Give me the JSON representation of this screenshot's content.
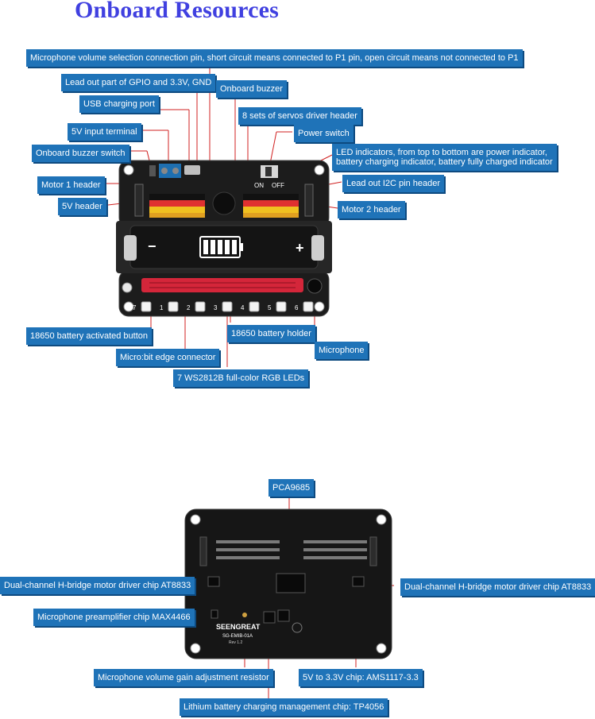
{
  "title": "Onboard Resources",
  "front_labels": {
    "mic_pin": "Microphone volume selection connection pin, short circuit means connected to P1 pin, open circuit means not connected to P1",
    "gpio": "Lead out part of GPIO and 3.3V, GND",
    "buzzer": "Onboard buzzer",
    "usb": "USB charging port",
    "servos": "8 sets of servos driver header",
    "v5_input": "5V input terminal",
    "power_switch": "Power switch",
    "buzzer_switch": "Onboard buzzer switch",
    "led_indicators_1": "LED indicators, from top to bottom are power indicator,",
    "led_indicators_2": "battery charging indicator, battery fully charged indicator",
    "motor1": "Motor 1 header",
    "i2c": "Lead out I2C pin header",
    "v5_header": "5V header",
    "motor2": "Motor 2 header",
    "battery_button": "18650 battery activated button",
    "battery_holder": "18650 battery holder",
    "edge_connector": "Micro:bit edge connector",
    "microphone": "Microphone",
    "rgb_leds": "7 WS2812B full-color RGB LEDs"
  },
  "back_labels": {
    "pca": "PCA9685",
    "hbridge_left": "Dual-channel H-bridge motor driver chip AT8833",
    "hbridge_right": "Dual-channel H-bridge motor driver chip AT8833",
    "preamp": "Microphone preamplifier chip MAX4466",
    "gain": "Microphone volume gain adjustment resistor",
    "ldo": "5V to 3.3V chip: AMS1117-3.3",
    "charger": "Lithium battery charging management chip: TP4056"
  },
  "front_board": {
    "switch_on": "ON",
    "switch_off": "OFF",
    "led_numbers": [
      "1",
      "2",
      "3",
      "4",
      "5",
      "6",
      "7"
    ]
  },
  "back_board": {
    "brand": "SEENGREAT",
    "model": "SG-EMIB-01A",
    "rev": "Rev 1.2"
  },
  "colors": {
    "label_bg": "#1f73b8",
    "title": "#4040e0",
    "board": "#1a1a1a",
    "edge_connector": "#d4263a",
    "header_yellow": "#f0c020",
    "header_red": "#e03030"
  }
}
